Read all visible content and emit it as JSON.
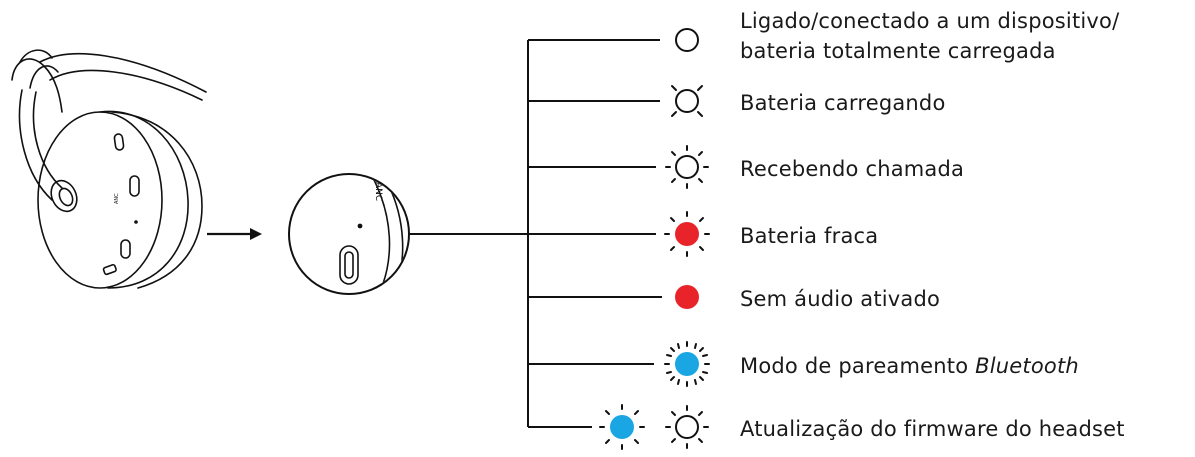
{
  "legend": {
    "items": [
      {
        "state": "solid",
        "color": "white",
        "lines": [
          "Ligado/conectado a um dispositivo/",
          "bateria totalmente carregada"
        ]
      },
      {
        "state": "pulsing",
        "color": "white",
        "label": "Bateria carregando"
      },
      {
        "state": "blinking",
        "color": "white",
        "label": "Recebendo chamada"
      },
      {
        "state": "blinking",
        "color": "red",
        "label": "Bateria fraca"
      },
      {
        "state": "solid",
        "color": "red",
        "label": "Sem áudio ativado"
      },
      {
        "state": "fast-blinking",
        "color": "blue",
        "label_prefix": "Modo de pareamento ",
        "label_italic": "Bluetooth"
      },
      {
        "state": "alternating",
        "colors": [
          "blue",
          "white"
        ],
        "label": "Atualização do firmware do headset"
      }
    ]
  },
  "headset": {
    "anc_text": "ANC"
  },
  "colors": {
    "red": "#e8242a",
    "blue": "#1aa5e3",
    "line": "#111111",
    "white_led_fill": "#ffffff"
  }
}
